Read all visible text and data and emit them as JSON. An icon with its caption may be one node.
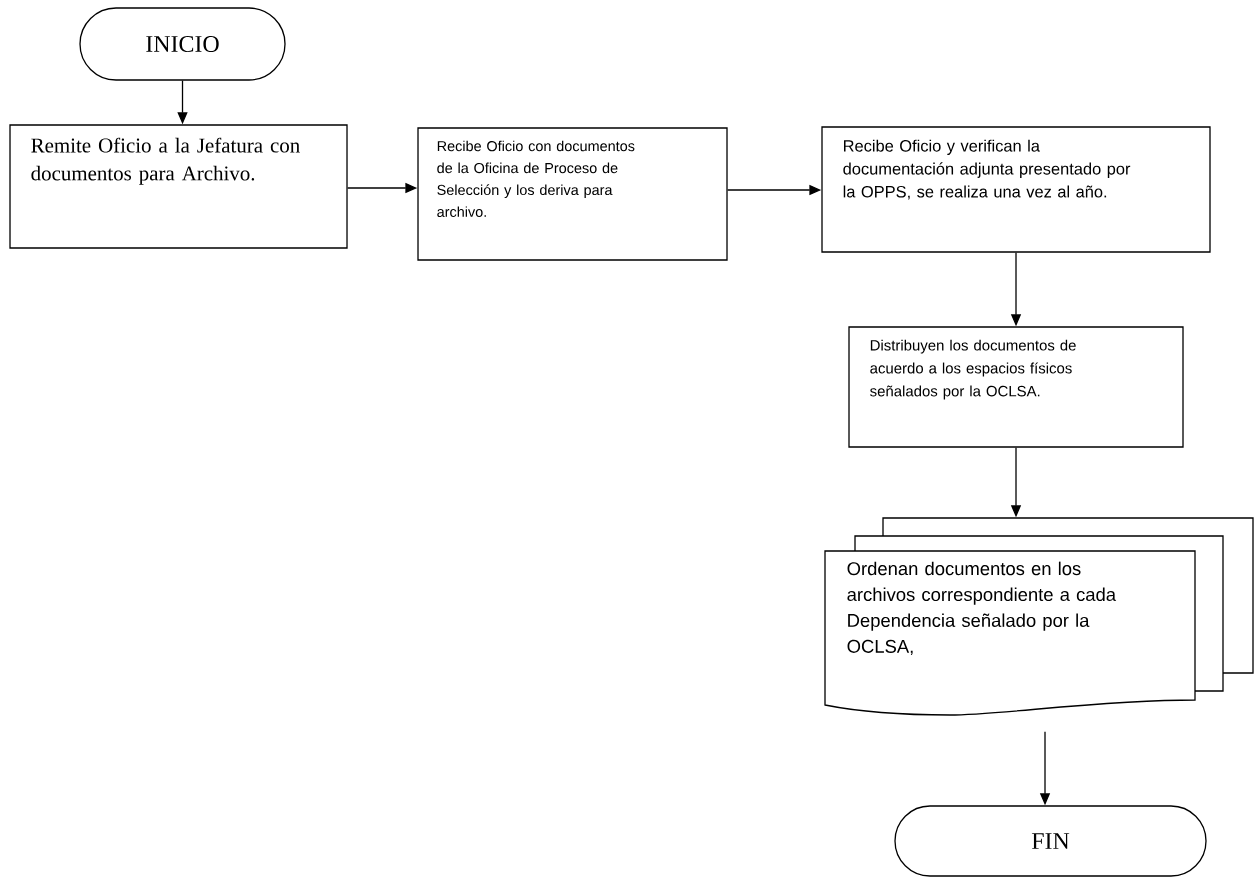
{
  "diagram": {
    "nodes": [
      {
        "text": [
          "INICIO"
        ]
      },
      {
        "text": [
          "Remite Oficio a la Jefatura con documentos para Archivo."
        ]
      },
      {
        "text": [
          "Recibe Oficio con documentos de la Oficina de Proceso de Selección y los deriva para archivo."
        ]
      },
      {
        "text": [
          "Recibe Oficio y verifican la documentación adjunta presentado por la OPPS, se realiza una vez al año."
        ]
      },
      {
        "text": [
          "Distribuyen los documentos de acuerdo a los espacios físicos señalados por la OCLSA."
        ]
      },
      {
        "text": [
          "Ordenan documentos en los archivos correspondiente a cada Dependencia señalado por la OCLSA,"
        ]
      },
      {
        "text": [
          "FIN"
        ]
      }
    ],
    "edges": [
      {
        "from": 0,
        "to": 1,
        "arrow": "to"
      },
      {
        "from": 1,
        "to": 2,
        "arrow": "to"
      },
      {
        "from": 2,
        "to": 3,
        "arrow": "to"
      },
      {
        "from": 3,
        "to": 4,
        "arrow": "to"
      },
      {
        "from": 4,
        "to": 5,
        "arrow": "to"
      },
      {
        "from": 5,
        "to": 6,
        "arrow": "to"
      }
    ]
  }
}
